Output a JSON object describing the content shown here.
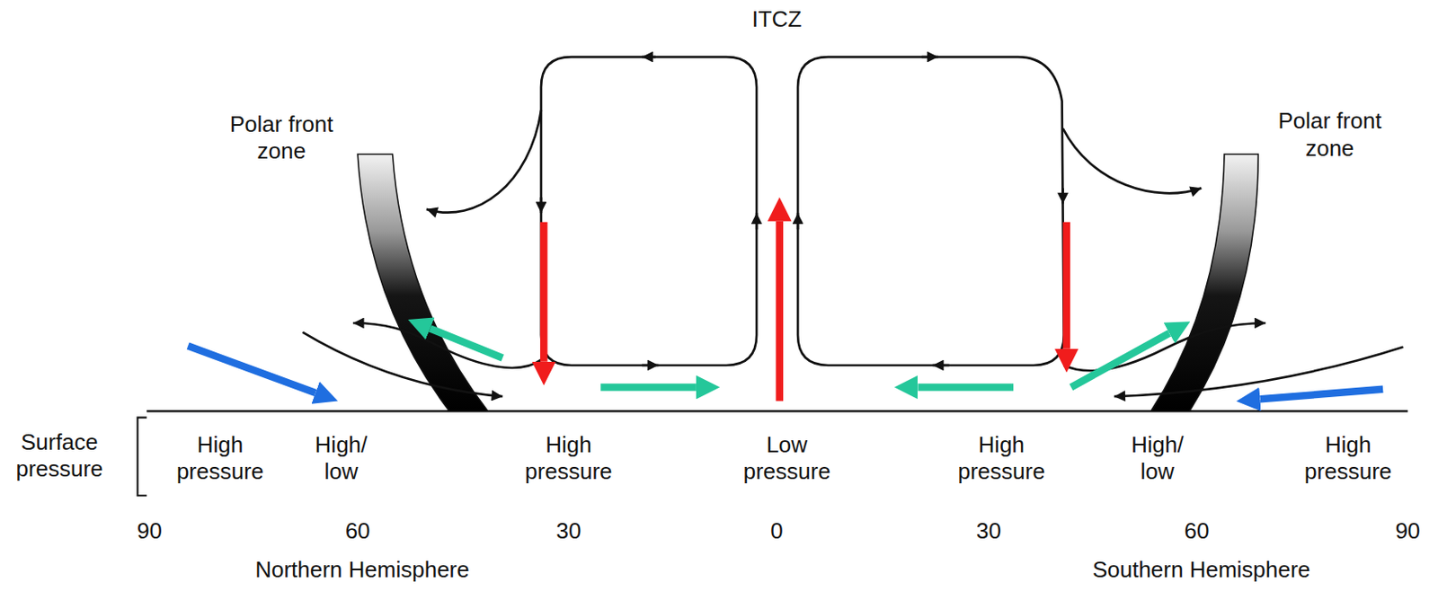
{
  "diagram": {
    "labels": [
      "ITCZ",
      "Polar front zone",
      "Polar front zone",
      "Surface pressure",
      "High pressure",
      "High/ low",
      "High pressure",
      "Low pressure",
      "High pressure",
      "High/ low",
      "High pressure",
      "90",
      "60",
      "30",
      "0",
      "30",
      "60",
      "90",
      "Northern Hemisphere",
      "Southern Hemisphere"
    ]
  }
}
